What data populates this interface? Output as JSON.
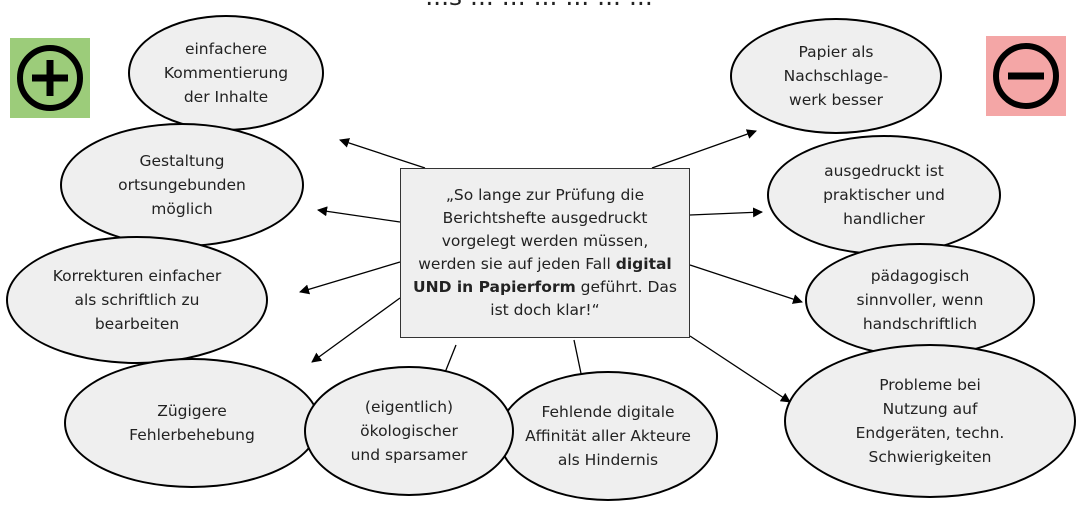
{
  "top_text": "...s ... ... ... ... ... ...",
  "center": {
    "text_before": "„So lange zur Prüfung die Berichtshefte ausgedruckt vorgelegt werden müssen, werden sie auf jeden Fall ",
    "bold": "digital UND in Papierform",
    "text_after": " geführt. Das ist doch klar!“"
  },
  "pros": {
    "icon": "plus-circle-icon",
    "color": "#9ccc7a",
    "items": [
      "einfachere\nKommentierung\nder Inhalte",
      "Gestaltung\nortsungebunden\nmöglich",
      "Korrekturen einfacher\nals schriftlich zu\nbearbeiten",
      "Zügigere\nFehlerbehebung",
      "(eigentlich)\nökologischer\nund sparsamer"
    ]
  },
  "cons": {
    "icon": "minus-circle-icon",
    "color": "#f4a6a6",
    "items": [
      "Papier als\nNachschlage-\nwerk besser",
      "ausgedruckt ist\npraktischer und\nhandlicher",
      "pädagogisch\nsinnvoller, wenn\nhandschriftlich",
      "Probleme bei\nNutzung auf\nEndgeräten, techn.\nSchwierigkeiten",
      "Fehlende digitale\nAffinität aller Akteure\nals Hindernis"
    ]
  }
}
